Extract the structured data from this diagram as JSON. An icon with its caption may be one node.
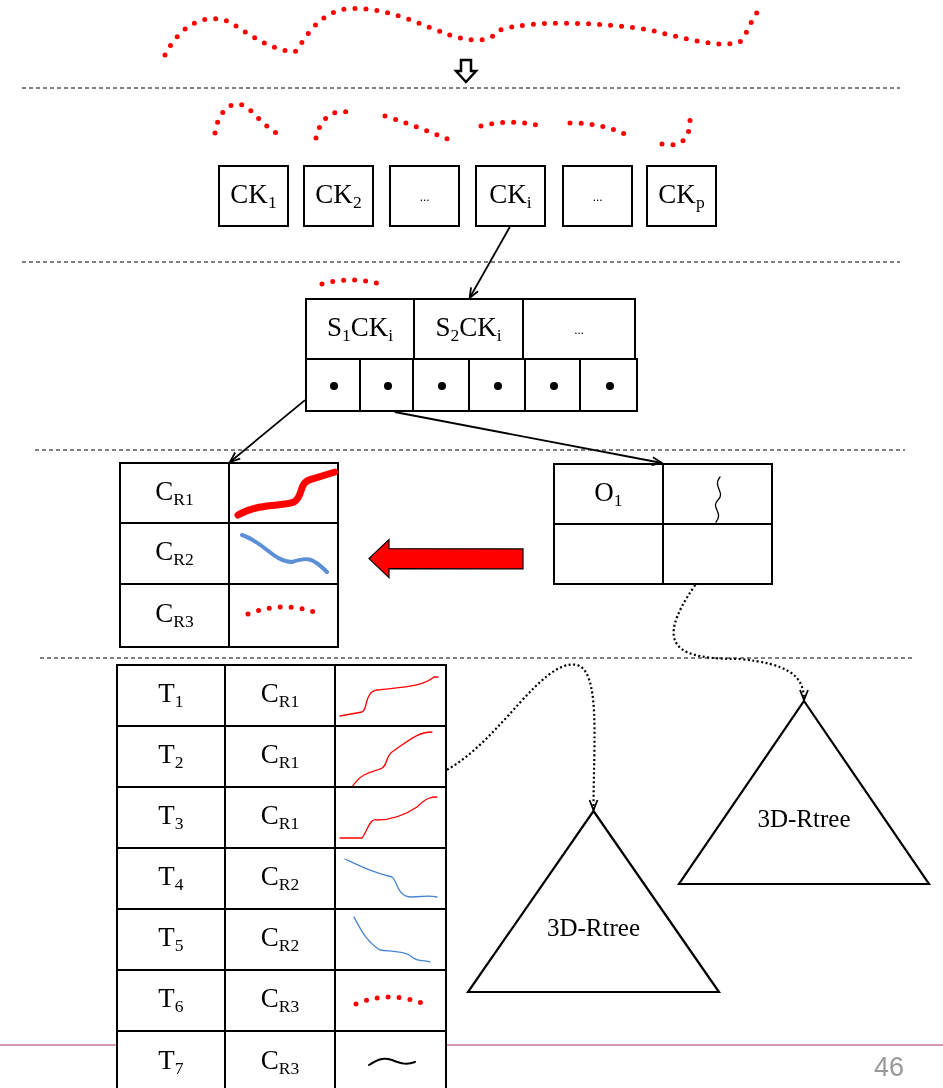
{
  "diagram": {
    "nodes": [
      {
        "text": [],
        "shape": "picture"
      },
      {
        "text": [],
        "shape": "picture"
      },
      {
        "text": [
          "CK$_{1}$"
        ]
      },
      {
        "text": [
          "CK$_{2}$"
        ]
      },
      {
        "text": [
          "..."
        ]
      },
      {
        "text": [
          "CK$_{i}$"
        ]
      },
      {
        "text": [
          "..."
        ]
      },
      {
        "text": [
          "CK$_{p}$"
        ]
      },
      {
        "text": [
          "S$_{1}$CK$_{i}$"
        ]
      },
      {
        "text": [
          "S$_{2}$CK$_{i}$"
        ]
      },
      {
        "text": [
          "..."
        ]
      },
      {
        "text": [],
        "shape": "box"
      },
      {
        "text": [],
        "shape": "box"
      },
      {
        "text": [],
        "shape": "box"
      },
      {
        "text": [],
        "shape": "box"
      },
      {
        "text": [],
        "shape": "box"
      },
      {
        "text": [],
        "shape": "box"
      },
      {
        "text": [
          "C$_{R1}$"
        ]
      },
      {
        "text": [],
        "shape": "picture"
      },
      {
        "text": [
          "C$_{R2}$"
        ]
      },
      {
        "text": [],
        "shape": "picture"
      },
      {
        "text": [
          "C$_{R3}$"
        ]
      },
      {
        "text": [],
        "shape": "picture"
      },
      {
        "text": [
          "O$_{1}$"
        ]
      },
      {
        "text": [],
        "shape": "picture"
      },
      {
        "text": [],
        "shape": "box"
      },
      {
        "text": [],
        "shape": "box"
      },
      {
        "text": [
          "T$_{1}$"
        ]
      },
      {
        "text": [
          "C$_{R1}$"
        ]
      },
      {
        "text": [],
        "shape": "picture"
      },
      {
        "text": [
          "T$_{2}$"
        ]
      },
      {
        "text": [
          "C$_{R1}$"
        ]
      },
      {
        "text": [],
        "shape": "picture"
      },
      {
        "text": [
          "T$_{3}$"
        ]
      },
      {
        "text": [
          "C$_{R1}$"
        ]
      },
      {
        "text": [],
        "shape": "picture"
      },
      {
        "text": [
          "T$_{4}$"
        ]
      },
      {
        "text": [
          "C$_{R2}$"
        ]
      },
      {
        "text": [],
        "shape": "picture"
      },
      {
        "text": [
          "T$_{5}$"
        ]
      },
      {
        "text": [
          "C$_{R2}$"
        ]
      },
      {
        "text": [],
        "shape": "picture"
      },
      {
        "text": [
          "T$_{6}$"
        ]
      },
      {
        "text": [
          "C$_{R3}$"
        ]
      },
      {
        "text": [],
        "shape": "picture"
      },
      {
        "text": [
          "T$_{7}$"
        ]
      },
      {
        "text": [
          "C$_{R3}$"
        ]
      },
      {
        "text": [],
        "shape": "picture"
      },
      {
        "text": [
          "3D-Rtree"
        ]
      },
      {
        "text": [
          "3D-Rtree"
        ]
      }
    ],
    "edges": [
      {
        "from": 0,
        "to": 1,
        "arrow": "to",
        "style": "thick"
      },
      {
        "from": 5,
        "to": 9,
        "arrow": "to"
      },
      {
        "from": 11,
        "to": 17,
        "arrow": "to"
      },
      {
        "from": 12,
        "to": 24,
        "arrow": "to"
      },
      {
        "from": 25,
        "to": 20,
        "arrow": "to",
        "style": "thick",
        "color": "#ff0000"
      },
      {
        "from": 26,
        "to": 48,
        "arrow": "to",
        "style": "dashed"
      },
      {
        "from": 32,
        "to": 49,
        "arrow": "to",
        "style": "dashed"
      }
    ],
    "labels": [
      "46"
    ]
  }
}
